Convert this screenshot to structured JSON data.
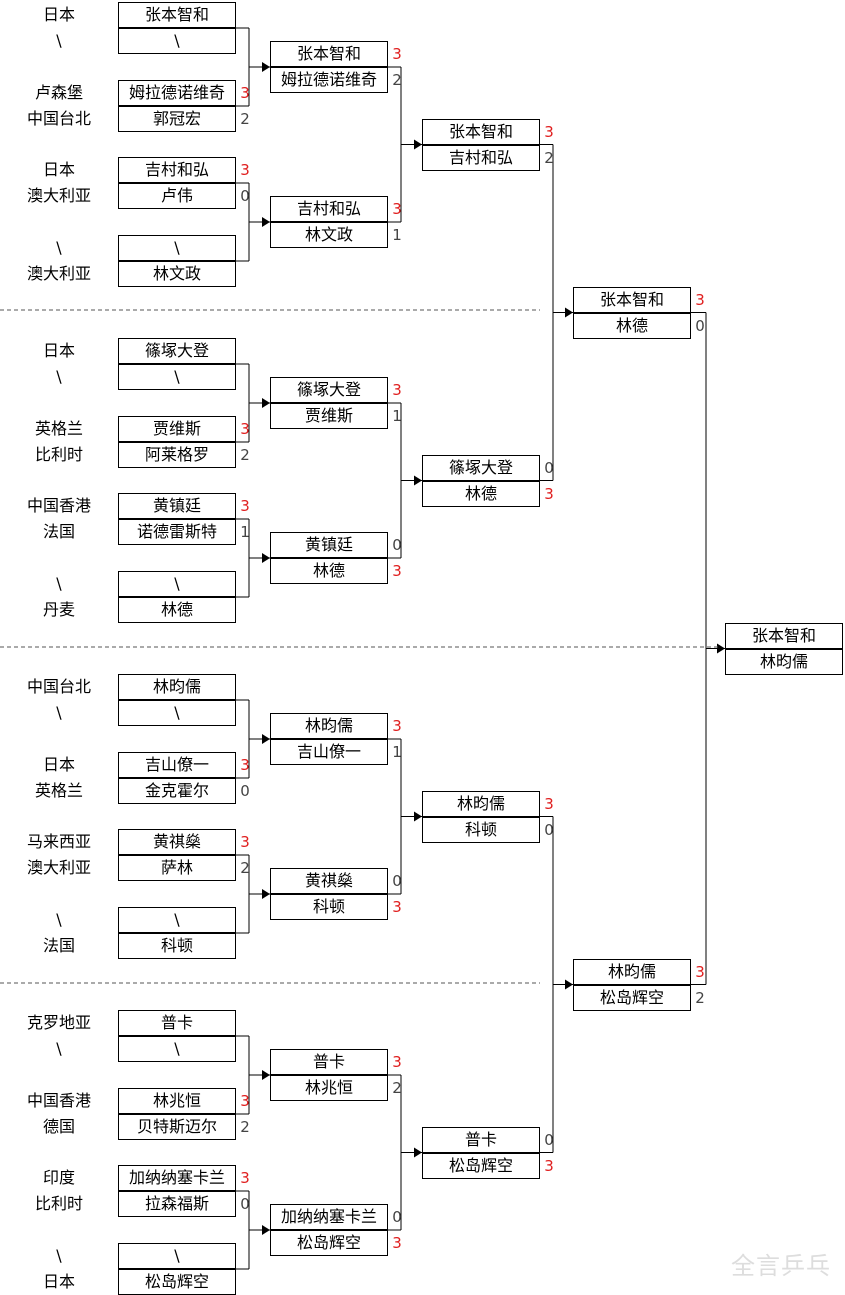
{
  "bracket": {
    "slots": [
      {
        "country": "日本",
        "player": "张本智和"
      },
      {
        "country": "\\",
        "player": "\\"
      },
      {
        "country": "卢森堡",
        "player": "姆拉德诺维奇",
        "score": "3"
      },
      {
        "country": "中国台北",
        "player": "郭冠宏",
        "score": "2"
      },
      {
        "country": "日本",
        "player": "吉村和弘",
        "score": "3"
      },
      {
        "country": "澳大利亚",
        "player": "卢伟",
        "score": "0"
      },
      {
        "country": "\\",
        "player": "\\"
      },
      {
        "country": "澳大利亚",
        "player": "林文政"
      },
      {
        "country": "日本",
        "player": "篠塚大登"
      },
      {
        "country": "\\",
        "player": "\\"
      },
      {
        "country": "英格兰",
        "player": "贾维斯",
        "score": "3"
      },
      {
        "country": "比利时",
        "player": "阿莱格罗",
        "score": "2"
      },
      {
        "country": "中国香港",
        "player": "黄镇廷",
        "score": "3"
      },
      {
        "country": "法国",
        "player": "诺德雷斯特",
        "score": "1"
      },
      {
        "country": "\\",
        "player": "\\"
      },
      {
        "country": "丹麦",
        "player": "林德"
      },
      {
        "country": "中国台北",
        "player": "林昀儒"
      },
      {
        "country": "\\",
        "player": "\\"
      },
      {
        "country": "日本",
        "player": "吉山僚一",
        "score": "3"
      },
      {
        "country": "英格兰",
        "player": "金克霍尔",
        "score": "0"
      },
      {
        "country": "马来西亚",
        "player": "黄祺燊",
        "score": "3"
      },
      {
        "country": "澳大利亚",
        "player": "萨林",
        "score": "2"
      },
      {
        "country": "\\",
        "player": "\\"
      },
      {
        "country": "法国",
        "player": "科顿"
      },
      {
        "country": "克罗地亚",
        "player": "普卡"
      },
      {
        "country": "\\",
        "player": "\\"
      },
      {
        "country": "中国香港",
        "player": "林兆恒",
        "score": "3"
      },
      {
        "country": "德国",
        "player": "贝特斯迈尔",
        "score": "2"
      },
      {
        "country": "印度",
        "player": "加纳纳塞卡兰",
        "score": "3"
      },
      {
        "country": "比利时",
        "player": "拉森福斯",
        "score": "0"
      },
      {
        "country": "\\",
        "player": "\\"
      },
      {
        "country": "日本",
        "player": "松岛辉空"
      }
    ],
    "round2": [
      {
        "top": "张本智和",
        "top_score": "3",
        "bottom": "姆拉德诺维奇",
        "bottom_score": "2"
      },
      {
        "top": "吉村和弘",
        "top_score": "3",
        "bottom": "林文政",
        "bottom_score": "1"
      },
      {
        "top": "篠塚大登",
        "top_score": "3",
        "bottom": "贾维斯",
        "bottom_score": "1"
      },
      {
        "top": "黄镇廷",
        "top_score": "0",
        "bottom": "林德",
        "bottom_score": "3"
      },
      {
        "top": "林昀儒",
        "top_score": "3",
        "bottom": "吉山僚一",
        "bottom_score": "1"
      },
      {
        "top": "黄祺燊",
        "top_score": "0",
        "bottom": "科顿",
        "bottom_score": "3"
      },
      {
        "top": "普卡",
        "top_score": "3",
        "bottom": "林兆恒",
        "bottom_score": "2"
      },
      {
        "top": "加纳纳塞卡兰",
        "top_score": "0",
        "bottom": "松岛辉空",
        "bottom_score": "3"
      }
    ],
    "round3": [
      {
        "top": "张本智和",
        "top_score": "3",
        "bottom": "吉村和弘",
        "bottom_score": "2"
      },
      {
        "top": "篠塚大登",
        "top_score": "0",
        "bottom": "林德",
        "bottom_score": "3"
      },
      {
        "top": "林昀儒",
        "top_score": "3",
        "bottom": "科顿",
        "bottom_score": "0"
      },
      {
        "top": "普卡",
        "top_score": "0",
        "bottom": "松岛辉空",
        "bottom_score": "3"
      }
    ],
    "round4": [
      {
        "top": "张本智和",
        "top_score": "3",
        "bottom": "林德",
        "bottom_score": "0"
      },
      {
        "top": "林昀儒",
        "top_score": "3",
        "bottom": "松岛辉空",
        "bottom_score": "2"
      }
    ],
    "final": {
      "top": "张本智和",
      "bottom": "林昀儒"
    }
  },
  "colors": {
    "win_score": "#e02020",
    "lose_score": "#444444",
    "line": "#000000",
    "watermark": "#dddddd"
  },
  "watermark": "全言乒乓"
}
